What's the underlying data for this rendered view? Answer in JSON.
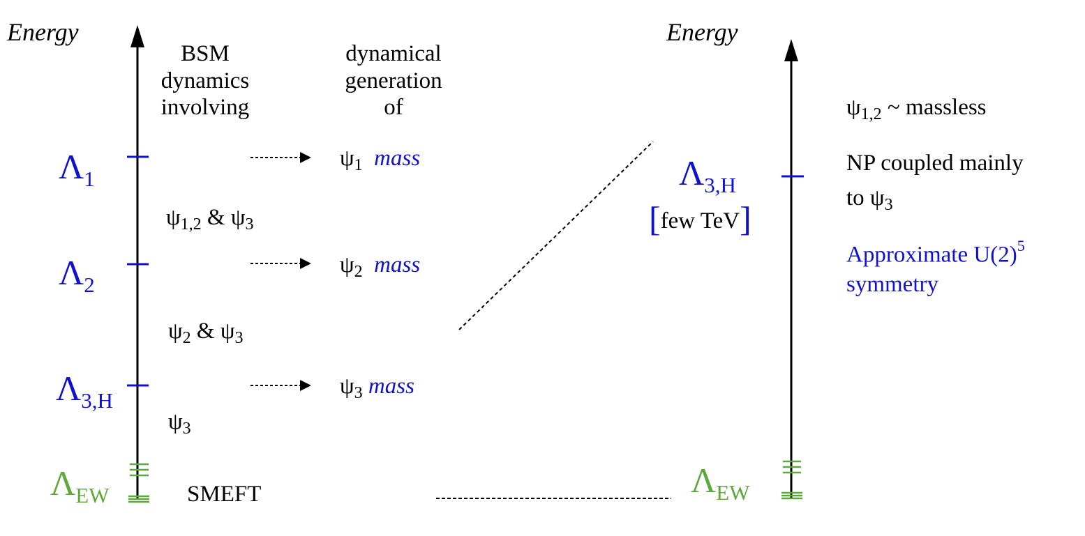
{
  "left_panel": {
    "axis_label": "Energy",
    "header_bsm": [
      "BSM",
      "dynamics",
      "involving"
    ],
    "header_gen": [
      "dynamical",
      "generation",
      "of"
    ],
    "scales": [
      {
        "symbol": "Λ",
        "sub": "1"
      },
      {
        "symbol": "Λ",
        "sub": "2"
      },
      {
        "symbol": "Λ",
        "sub": "3,H"
      },
      {
        "symbol": "Λ",
        "sub": "EW"
      }
    ],
    "dynamics": [
      {
        "psi": "ψ",
        "sub_a": "1,2",
        "amp": "&",
        "psi_b": "ψ",
        "sub_b": "3"
      },
      {
        "psi": "ψ",
        "sub_a": "2",
        "amp": "&",
        "psi_b": "ψ",
        "sub_b": "3"
      },
      {
        "psi": "ψ",
        "sub_a": "3"
      }
    ],
    "generated": [
      {
        "psi": "ψ",
        "sub": "1",
        "word": "mass"
      },
      {
        "psi": "ψ",
        "sub": "2",
        "word": "mass"
      },
      {
        "psi": "ψ",
        "sub": "3",
        "word": "mass"
      }
    ],
    "smeft": "SMEFT"
  },
  "right_panel": {
    "axis_label": "Energy",
    "scale_high": {
      "symbol": "Λ",
      "sub": "3,H"
    },
    "bracket_open": "[",
    "bracket_text": "few TeV",
    "bracket_close": "]",
    "scale_low": {
      "symbol": "Λ",
      "sub": "EW"
    },
    "massless": {
      "psi": "ψ",
      "sub": "1,2",
      "text": "~ massless"
    },
    "np_line1": "NP coupled mainly",
    "np_line2_prefix": "to",
    "np_psi": "ψ",
    "np_sub": "3",
    "sym_line1": "Approximate U(2)",
    "sym_sup": "5",
    "sym_line2": "symmetry"
  },
  "colors": {
    "blue": "#1010d0",
    "green": "#5ea83c",
    "black": "#000000"
  }
}
